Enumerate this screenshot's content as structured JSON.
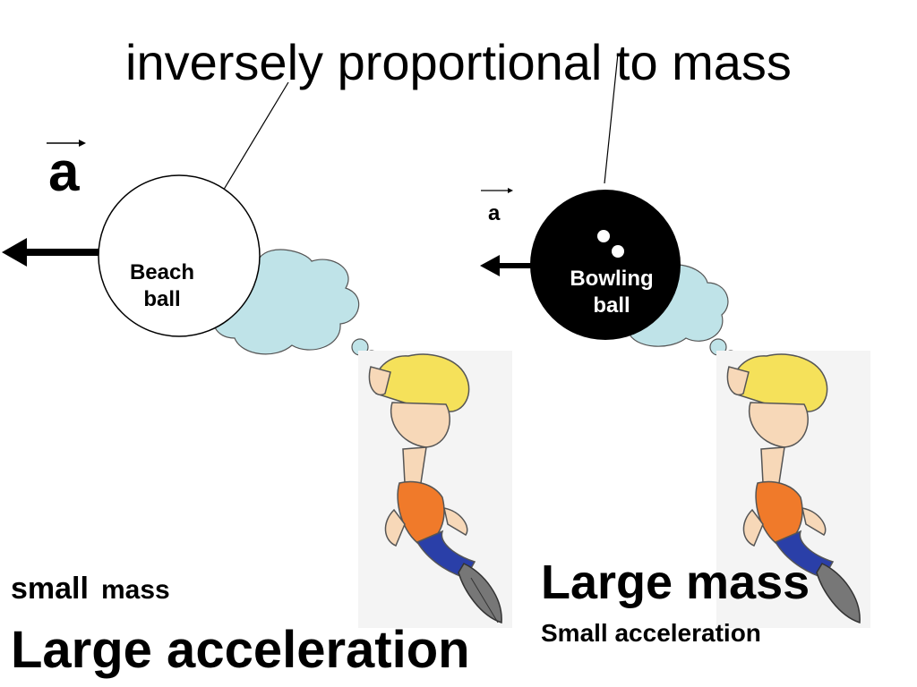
{
  "title": "inversely proportional to mass",
  "vector_symbol_large": "a",
  "vector_symbol_small": "a",
  "beach_ball": {
    "line1": "Beach",
    "line2": "ball"
  },
  "bowling_ball": {
    "line1": "Bowling",
    "line2": "ball"
  },
  "left_caption": {
    "mass_word1": "small",
    "mass_word2": "mass",
    "acceleration": "Large acceleration"
  },
  "right_caption": {
    "mass": "Large mass",
    "acceleration": "Small acceleration"
  },
  "colors": {
    "cloud": "#bfe3e8",
    "hair": "#f5e15a",
    "skin": "#f7d8b8",
    "shirt": "#f07a2a",
    "pants": "#2a3fa8",
    "bowling_ball": "#000000"
  }
}
